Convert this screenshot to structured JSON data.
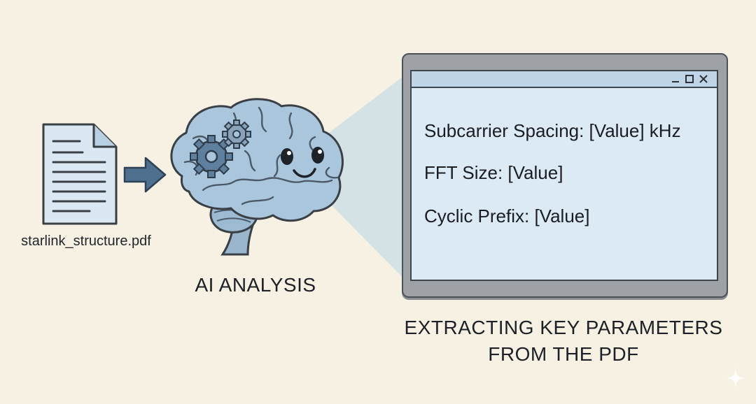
{
  "document": {
    "filename": "starlink_structure.pdf",
    "icon": "document-icon"
  },
  "flow": {
    "arrow_icon": "arrow-right-icon",
    "arrow_color": "#4f6f8f"
  },
  "brain": {
    "caption": "AI ANALYSIS",
    "icon": "smiling-brain-with-gears-icon",
    "color": "#a9c6dd"
  },
  "window": {
    "controls": [
      "minimize-icon",
      "maximize-icon",
      "close-icon"
    ],
    "parameters": [
      "Subcarrier Spacing: [Value] kHz",
      "FFT Size: [Value]",
      "Cyclic Prefix: [Value]"
    ],
    "caption_line1": "EXTRACTING KEY PARAMETERS",
    "caption_line2": "FROM THE PDF"
  },
  "colors": {
    "background": "#f6f1e3",
    "screen": "#dceaf5",
    "beam": "#b8d6ea"
  }
}
